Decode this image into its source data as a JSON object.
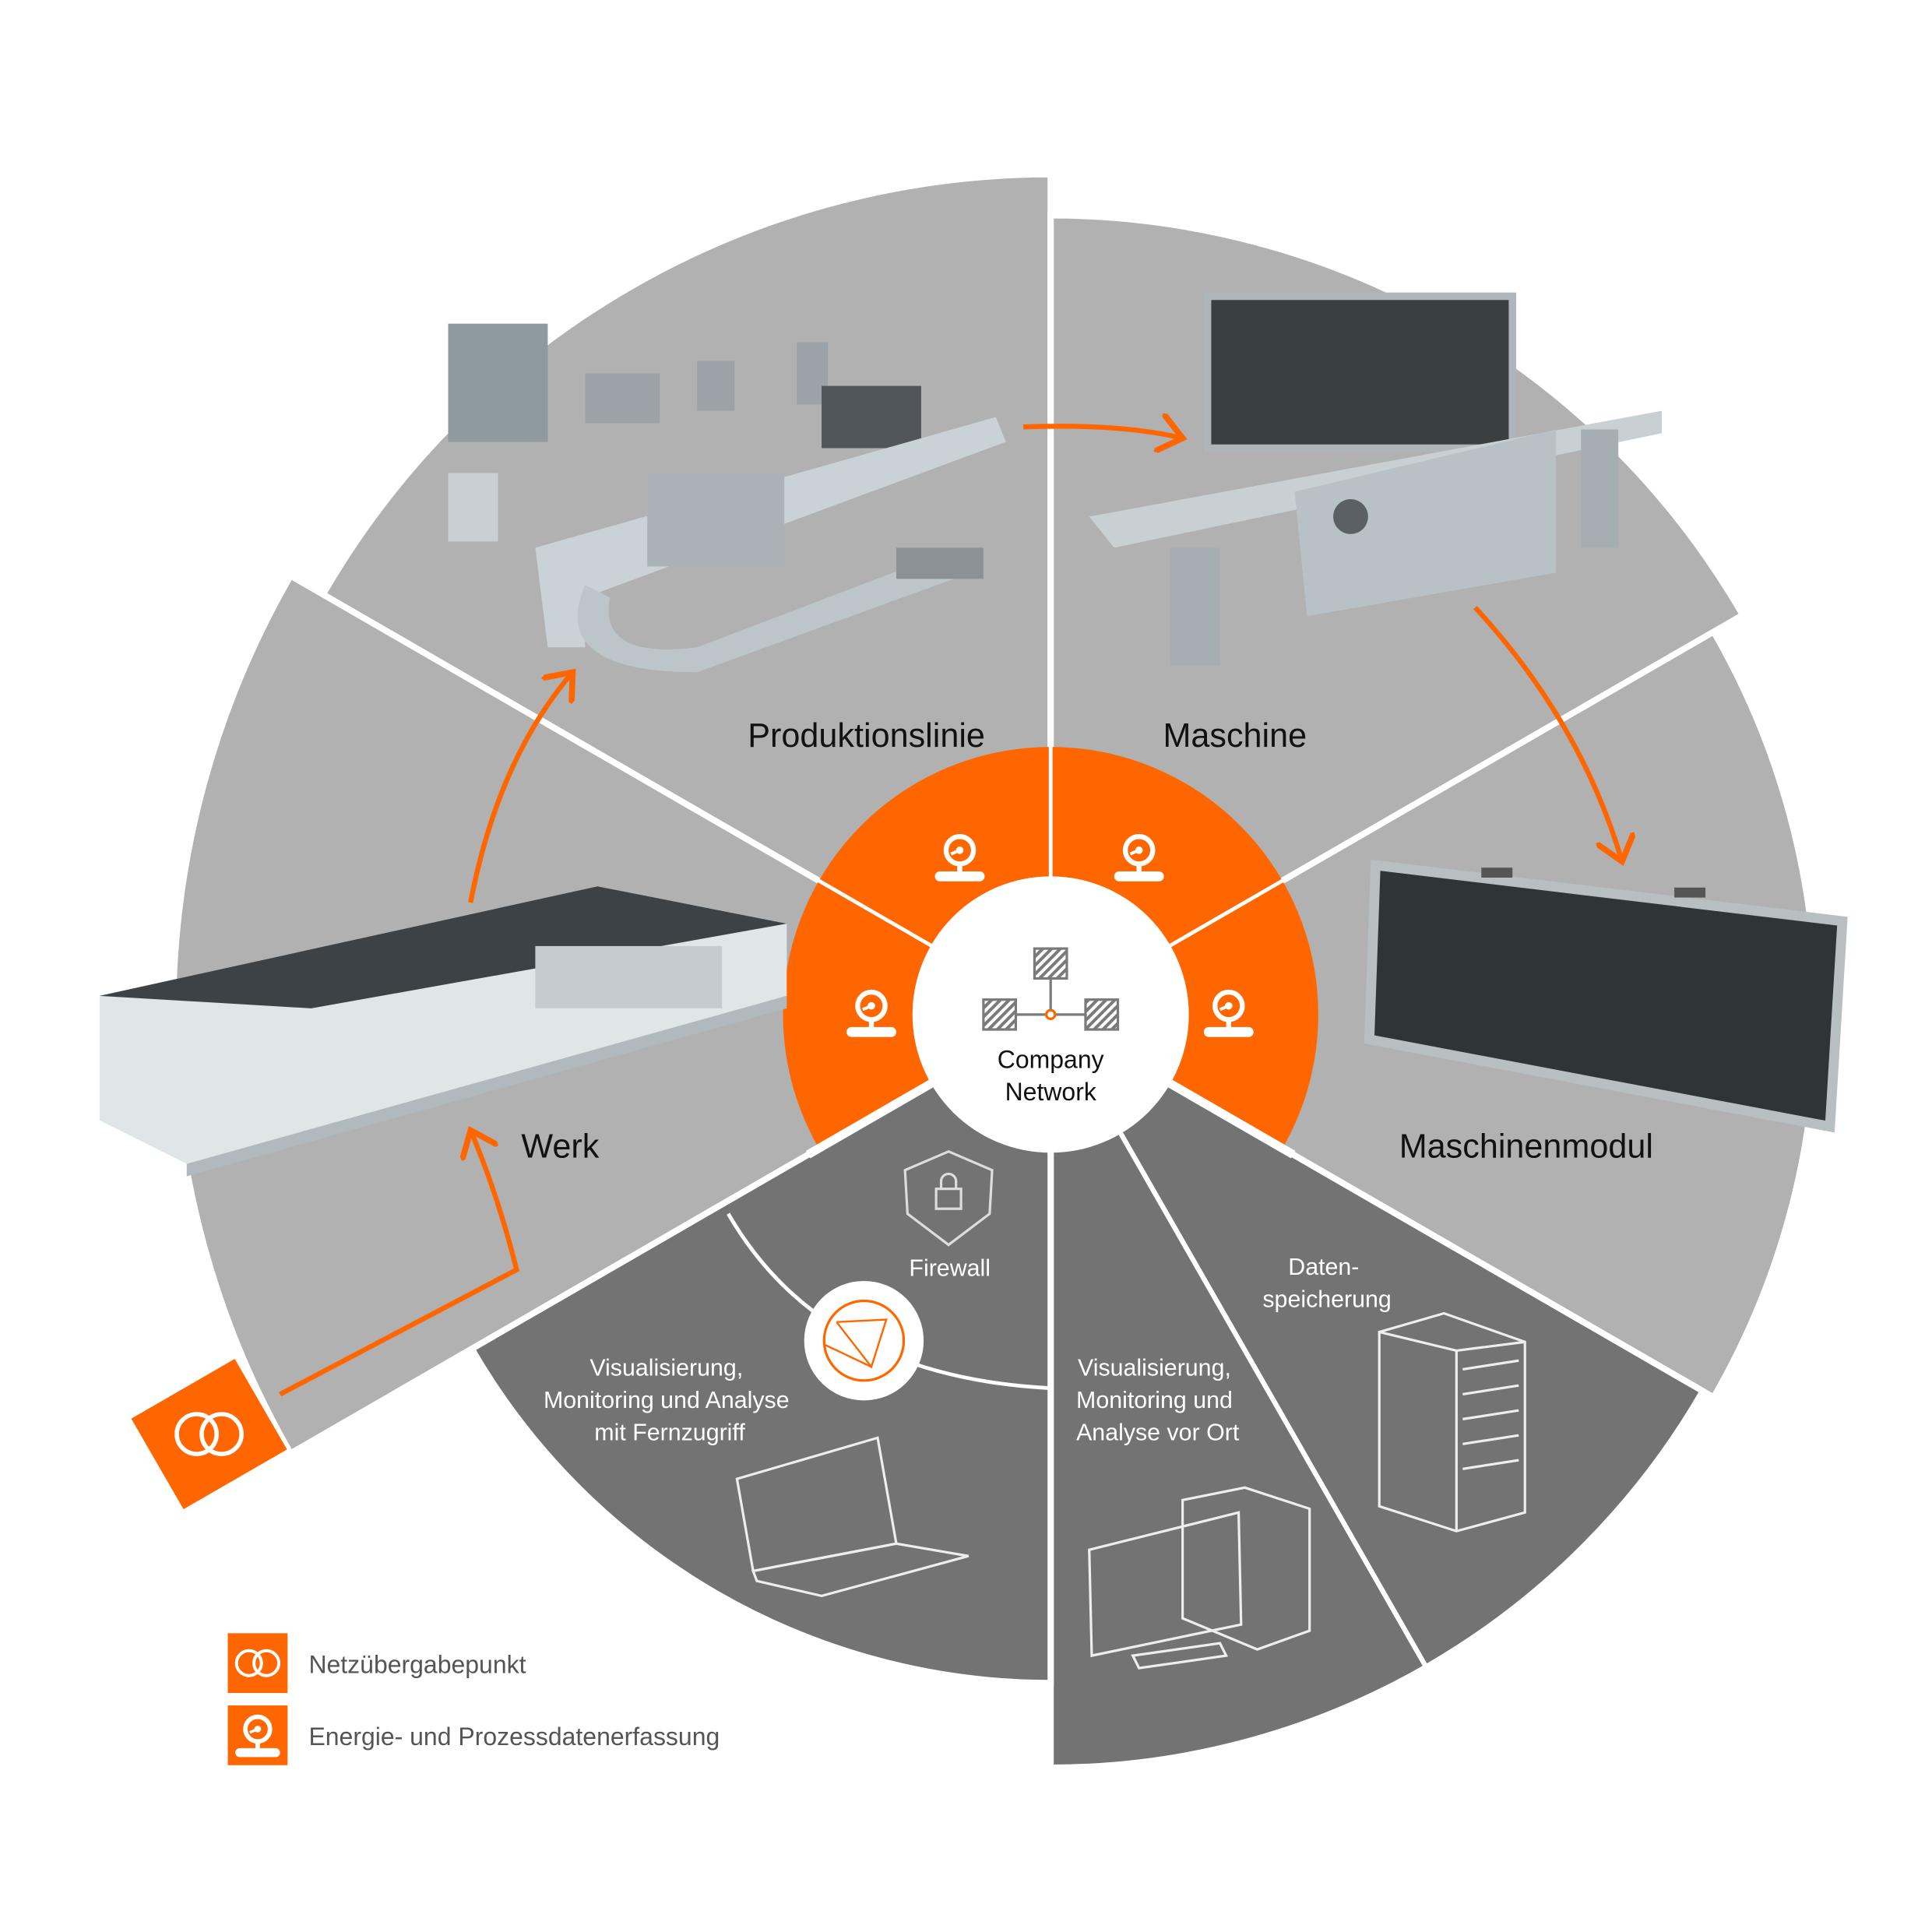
{
  "center": {
    "line1": "Company",
    "line2": "Network"
  },
  "segments": {
    "produktionslinie": "Produktionslinie",
    "maschine": "Maschine",
    "maschinenmodul": "Maschinenmodul",
    "werk": "Werk"
  },
  "it": {
    "firewall": "Firewall",
    "remote": [
      "Visualisierung,",
      "Monitoring und Analyse",
      "mit Fernzugriff"
    ],
    "local": [
      "Visualisierung,",
      "Monitoring und",
      "Analyse vor Ort"
    ],
    "storage": [
      "Daten-",
      "speicherung"
    ]
  },
  "legend": [
    {
      "icon": "network-handover-icon",
      "label": "Netzübergabepunkt"
    },
    {
      "icon": "energy-meter-icon",
      "label": "Energie- und Prozessdatenerfassung"
    }
  ],
  "colors": {
    "orange": "#ff6600",
    "light_gray": "#b1b1b1",
    "dark_gray": "#737373",
    "white": "#ffffff"
  }
}
